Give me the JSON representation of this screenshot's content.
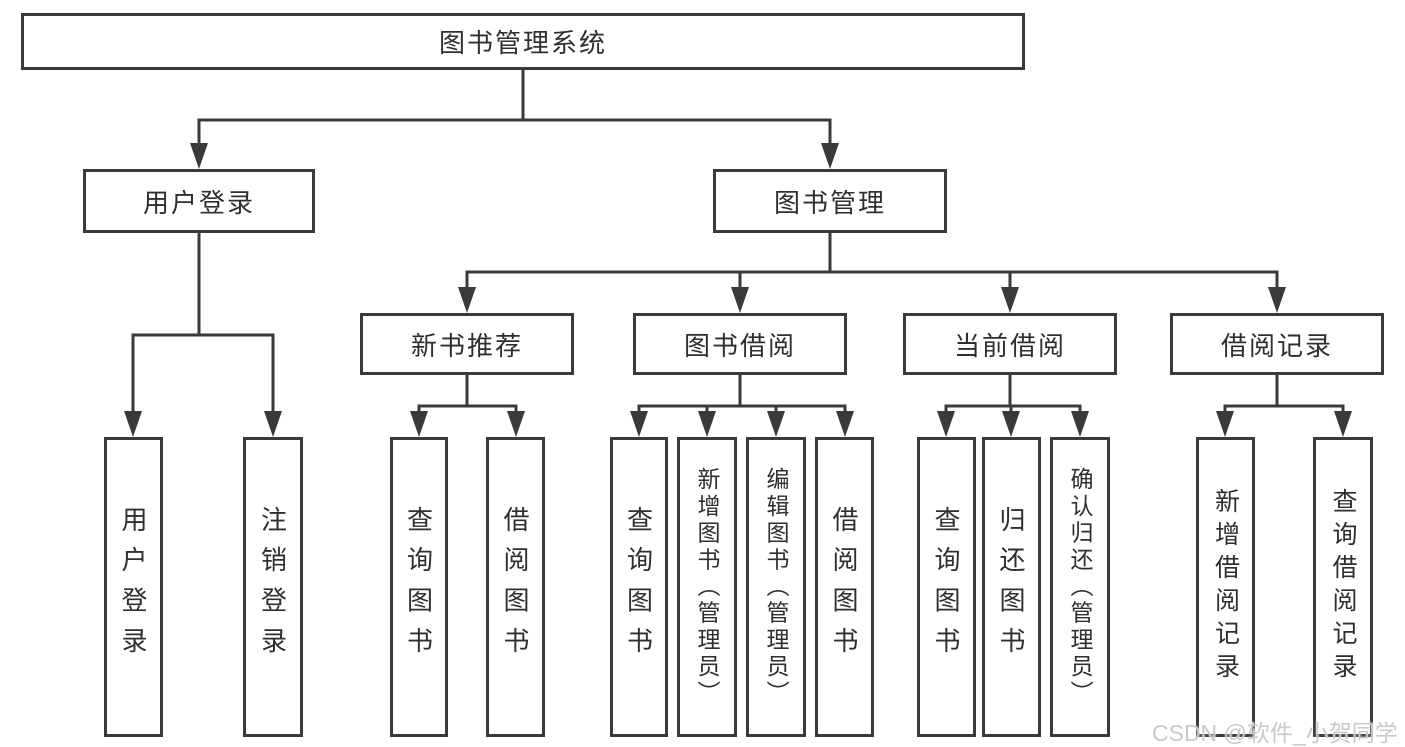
{
  "diagram": {
    "root": {
      "label": "图书管理系统"
    },
    "level2": [
      {
        "id": "user-login",
        "label": "用户登录"
      },
      {
        "id": "book-management",
        "label": "图书管理"
      }
    ],
    "user_login_children": [
      {
        "label": "用户登录"
      },
      {
        "label": "注销登录"
      }
    ],
    "level3": [
      {
        "id": "new-book-recommendation",
        "label": "新书推荐"
      },
      {
        "id": "book-borrowing",
        "label": "图书借阅"
      },
      {
        "id": "current-borrowing",
        "label": "当前借阅"
      },
      {
        "id": "borrowing-records",
        "label": "借阅记录"
      }
    ],
    "new_book_children": [
      {
        "label": "查询图书"
      },
      {
        "label": "借阅图书"
      }
    ],
    "book_borrowing_children": [
      {
        "label": "查询图书"
      },
      {
        "label": "新增图书（管理员）"
      },
      {
        "label": "编辑图书（管理员）"
      },
      {
        "label": "借阅图书"
      }
    ],
    "current_borrowing_children": [
      {
        "label": "查询图书"
      },
      {
        "label": "归还图书"
      },
      {
        "label": "确认归还（管理员）"
      }
    ],
    "borrowing_records_children": [
      {
        "label": "新增借阅记录"
      },
      {
        "label": "查询借阅记录"
      }
    ]
  },
  "watermark": {
    "text": "CSDN @软件_小贺同学"
  },
  "colors": {
    "line": "#3a3a3a",
    "text": "#2f2f2f",
    "watermark": "#c9c9c9"
  }
}
